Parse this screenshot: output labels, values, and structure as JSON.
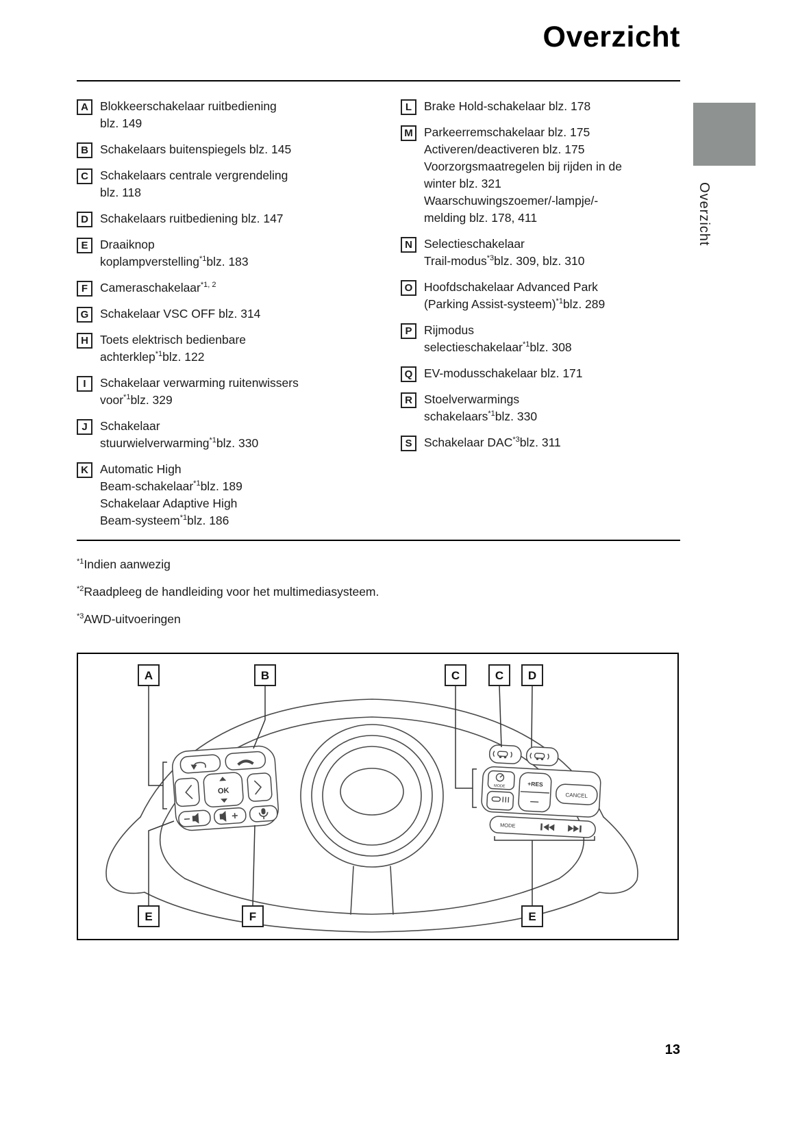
{
  "page": {
    "title": "Overzicht",
    "side_tab_label": "Overzicht",
    "page_number": "13"
  },
  "list": {
    "left": [
      {
        "label": "A",
        "lines": [
          "Blokkeerschakelaar ruitbediening",
          "blz. 149"
        ]
      },
      {
        "label": "B",
        "lines": [
          "Schakelaars buitenspiegels blz. 145"
        ]
      },
      {
        "label": "C",
        "lines": [
          "Schakelaars centrale vergrendeling",
          "blz. 118"
        ]
      },
      {
        "label": "D",
        "lines": [
          "Schakelaars ruitbediening blz. 147"
        ]
      },
      {
        "label": "E",
        "lines": [
          "Draaiknop",
          "koplampverstelling^*1^blz. 183"
        ]
      },
      {
        "label": "F",
        "lines": [
          "Cameraschakelaar^*1, 2^"
        ]
      },
      {
        "label": "G",
        "lines": [
          "Schakelaar VSC OFF blz. 314"
        ]
      },
      {
        "label": "H",
        "lines": [
          "Toets elektrisch bedienbare",
          "achterklep^*1^blz. 122"
        ]
      },
      {
        "label": "I",
        "lines": [
          "Schakelaar verwarming ruitenwissers",
          "voor^*1^blz. 329"
        ]
      },
      {
        "label": "J",
        "lines": [
          "Schakelaar",
          "stuurwielverwarming^*1^blz. 330"
        ]
      },
      {
        "label": "K",
        "lines": [
          "Automatic High",
          "Beam-schakelaar^*1^blz. 189",
          "Schakelaar Adaptive High",
          "Beam-systeem^*1^blz. 186"
        ]
      }
    ],
    "right": [
      {
        "label": "L",
        "lines": [
          "Brake Hold-schakelaar blz. 178"
        ]
      },
      {
        "label": "M",
        "lines": [
          "Parkeerremschakelaar blz. 175",
          "Activeren/deactiveren blz. 175",
          "Voorzorgsmaatregelen bij rijden in de",
          "winter blz. 321",
          "Waarschuwingszoemer/-lampje/-",
          "melding blz. 178, 411"
        ]
      },
      {
        "label": "N",
        "lines": [
          "Selectieschakelaar",
          "Trail-modus^*3^blz. 309, blz. 310"
        ]
      },
      {
        "label": "O",
        "lines": [
          "Hoofdschakelaar Advanced Park",
          "(Parking Assist-systeem)^*1^blz. 289"
        ]
      },
      {
        "label": "P",
        "lines": [
          "Rijmodus",
          "selectieschakelaar^*1^blz. 308"
        ]
      },
      {
        "label": "Q",
        "lines": [
          "EV-modusschakelaar blz. 171"
        ]
      },
      {
        "label": "R",
        "lines": [
          "Stoelverwarmings",
          "schakelaars^*1^blz. 330"
        ]
      },
      {
        "label": "S",
        "lines": [
          "Schakelaar DAC^*3^blz. 311"
        ]
      }
    ]
  },
  "footnotes": [
    "^*1^Indien aanwezig",
    "^*2^Raadpleeg de handleiding voor het multimediasysteem.",
    "^*3^AWD-uitvoeringen"
  ],
  "figure": {
    "callouts_top": [
      "A",
      "B",
      "C",
      "C",
      "D"
    ],
    "callouts_bottom": [
      "E",
      "F",
      "E"
    ],
    "labels": {
      "ok": "OK",
      "res": "+RES",
      "cancel": "CANCEL",
      "mode_drive": "MODE",
      "mode_media": "MODE"
    },
    "icons": {
      "return": "curved-return-arrow",
      "phone": "handset",
      "left_arrow": "chevron-left",
      "right_arrow": "chevron-right",
      "up_arrow": "triangle-up",
      "down_arrow": "triangle-down",
      "volume_down": "speaker-minus",
      "volume_up": "speaker-plus",
      "voice": "microphone",
      "lane_assist": "car-with-waves",
      "lane_departure": "car-with-waves",
      "drive_mode": "dial-gauge",
      "distance": "car-with-distance-bars",
      "prev_track": "double-triangle-left-bar",
      "next_track": "double-triangle-right-bar"
    }
  }
}
